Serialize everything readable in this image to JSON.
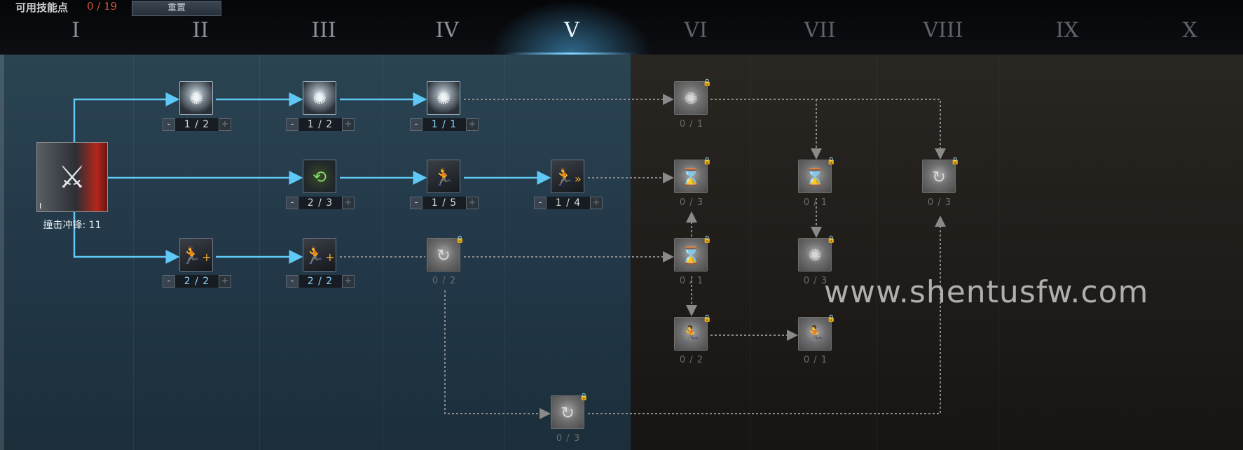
{
  "header": {
    "points_label": "可用技能点",
    "points_value": "0 / 19",
    "reset_label": "重置",
    "tiers": [
      "I",
      "II",
      "III",
      "IV",
      "V",
      "VI",
      "VII",
      "VIII",
      "IX",
      "X"
    ],
    "active_tier": "V"
  },
  "root_skill": {
    "tier_mark": "I",
    "label": "撞击冲锋: 11",
    "icon": "warrior-charge-icon"
  },
  "skills": [
    {
      "id": "r1c2",
      "icon": "burst-strike-icon",
      "value": "1 / 2",
      "state": "active"
    },
    {
      "id": "r1c3",
      "icon": "burst-strike-icon",
      "value": "1 / 2",
      "state": "active"
    },
    {
      "id": "r1c4",
      "icon": "burst-strike-icon",
      "value": "1 / 1",
      "state": "full"
    },
    {
      "id": "r1c6",
      "icon": "burst-strike-icon",
      "value": "0 / 1",
      "state": "locked"
    },
    {
      "id": "r2c3",
      "icon": "shield-boost-icon",
      "value": "2 / 3",
      "state": "active"
    },
    {
      "id": "r2c4",
      "icon": "runner-icon",
      "value": "1 / 5",
      "state": "active"
    },
    {
      "id": "r2c5",
      "icon": "dash-forward-icon",
      "value": "1 / 4",
      "state": "active"
    },
    {
      "id": "r2c6",
      "icon": "hourglass-icon",
      "value": "0 / 3",
      "state": "locked"
    },
    {
      "id": "r2c7",
      "icon": "hourglass-icon",
      "value": "0 / 1",
      "state": "locked"
    },
    {
      "id": "r2c8",
      "icon": "swirl-icon",
      "value": "0 / 3",
      "state": "locked"
    },
    {
      "id": "r3c2",
      "icon": "runner-plus-icon",
      "value": "2 / 2",
      "state": "full"
    },
    {
      "id": "r3c3",
      "icon": "runner-plus-icon",
      "value": "2 / 2",
      "state": "full"
    },
    {
      "id": "r3c4",
      "icon": "swirl-icon",
      "value": "0 / 2",
      "state": "locked"
    },
    {
      "id": "r3c6",
      "icon": "hourglass-icon",
      "value": "0 / 1",
      "state": "locked"
    },
    {
      "id": "r3c7",
      "icon": "burst-strike-icon",
      "value": "0 / 3",
      "state": "locked"
    },
    {
      "id": "r4c6",
      "icon": "runner-icon",
      "value": "0 / 2",
      "state": "locked"
    },
    {
      "id": "r4c7",
      "icon": "runner-icon",
      "value": "0 / 1",
      "state": "locked"
    },
    {
      "id": "r5c5",
      "icon": "swirl-icon",
      "value": "0 / 3",
      "state": "locked"
    }
  ],
  "buttons": {
    "minus": "-",
    "plus": "+"
  },
  "watermark": "www.shentusfw.com",
  "colors": {
    "active_line": "#5fc8f5",
    "locked_line": "#8a8a8a",
    "points_accent": "#d9593a"
  }
}
